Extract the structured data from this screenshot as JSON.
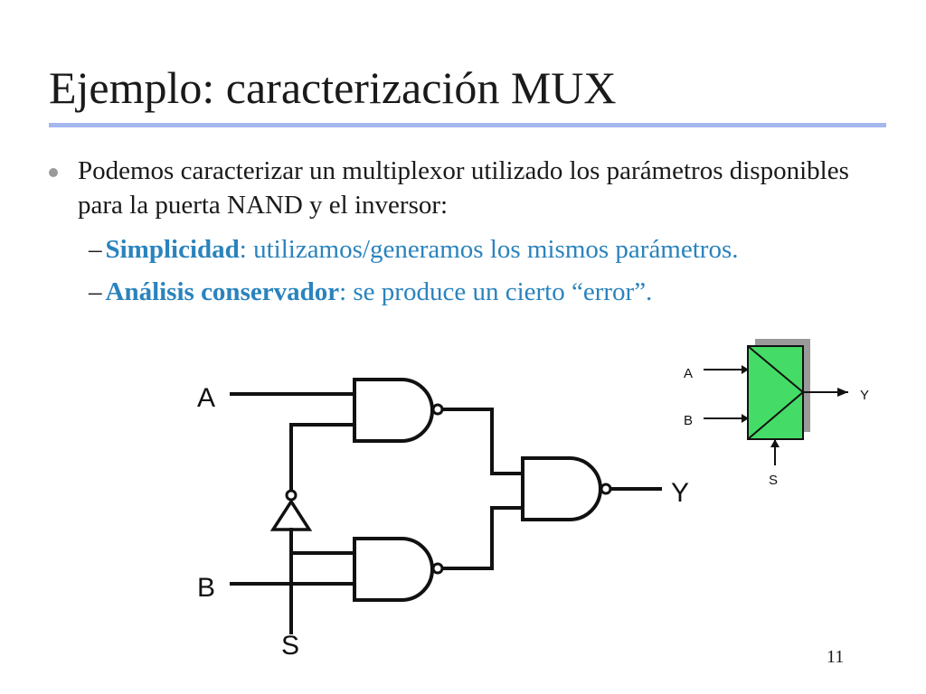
{
  "title": "Ejemplo: caracterización MUX",
  "bullet": {
    "text": "Podemos caracterizar un multiplexor utilizado los parámetros disponibles para la puerta NAND y el inversor:"
  },
  "subpoints": [
    {
      "dash": "–",
      "term": "Simplicidad",
      "rest": ": utilizamos/generamos los mismos parámetros."
    },
    {
      "dash": "–",
      "term": "Análisis conservador",
      "rest": ": se produce un cierto “error”."
    }
  ],
  "circuit": {
    "inputs": [
      "A",
      "B"
    ],
    "select": "S",
    "output": "Y",
    "gates": [
      "nand-top",
      "nand-bottom",
      "nand-output",
      "inverter"
    ]
  },
  "mux_symbol": {
    "inputs": [
      "A",
      "B"
    ],
    "select": "S",
    "output": "Y",
    "fill_color": "#44dc66",
    "shadow_color": "#9a9a9a"
  },
  "colors": {
    "title_rule": "#a4b8ee",
    "subpoint_text": "#2a83bd",
    "bullet": "#9a9a9a"
  },
  "page_number": "11"
}
